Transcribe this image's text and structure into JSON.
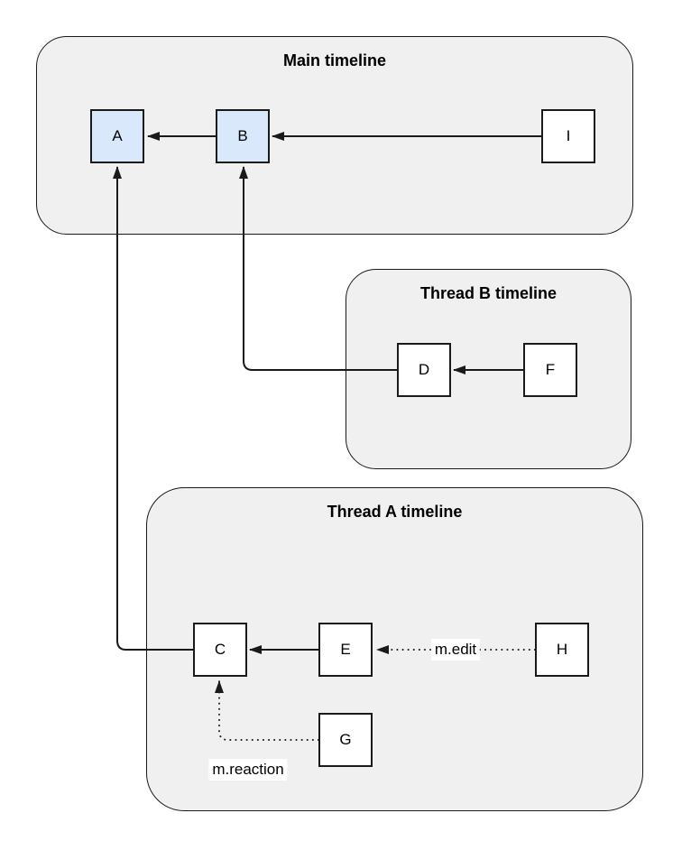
{
  "diagram": {
    "containers": {
      "main": {
        "title": "Main timeline"
      },
      "thread_b": {
        "title": "Thread B timeline"
      },
      "thread_a": {
        "title": "Thread A timeline"
      }
    },
    "nodes": {
      "a": {
        "label": "A",
        "fill": "#dae8fc"
      },
      "b": {
        "label": "B",
        "fill": "#dae8fc"
      },
      "i": {
        "label": "I",
        "fill": "#ffffff"
      },
      "d": {
        "label": "D",
        "fill": "#ffffff"
      },
      "f": {
        "label": "F",
        "fill": "#ffffff"
      },
      "c": {
        "label": "C",
        "fill": "#ffffff"
      },
      "e": {
        "label": "E",
        "fill": "#ffffff"
      },
      "h": {
        "label": "H",
        "fill": "#ffffff"
      },
      "g": {
        "label": "G",
        "fill": "#ffffff"
      }
    },
    "edge_labels": {
      "edit": "m.edit",
      "reaction": "m.reaction"
    },
    "edges": [
      {
        "from": "B",
        "to": "A",
        "style": "solid",
        "label": ""
      },
      {
        "from": "I",
        "to": "B",
        "style": "solid",
        "label": ""
      },
      {
        "from": "D",
        "to": "B",
        "style": "solid",
        "label": ""
      },
      {
        "from": "F",
        "to": "D",
        "style": "solid",
        "label": ""
      },
      {
        "from": "C",
        "to": "A",
        "style": "solid",
        "label": ""
      },
      {
        "from": "E",
        "to": "C",
        "style": "solid",
        "label": ""
      },
      {
        "from": "H",
        "to": "E",
        "style": "dotted",
        "label": "m.edit"
      },
      {
        "from": "G",
        "to": "C",
        "style": "dotted",
        "label": "m.reaction"
      }
    ],
    "colors": {
      "container_fill": "#f0f0f0",
      "node_highlight_fill": "#dae8fc",
      "node_fill": "#ffffff",
      "stroke": "#1a1a1a",
      "background": "#ffffff"
    }
  }
}
